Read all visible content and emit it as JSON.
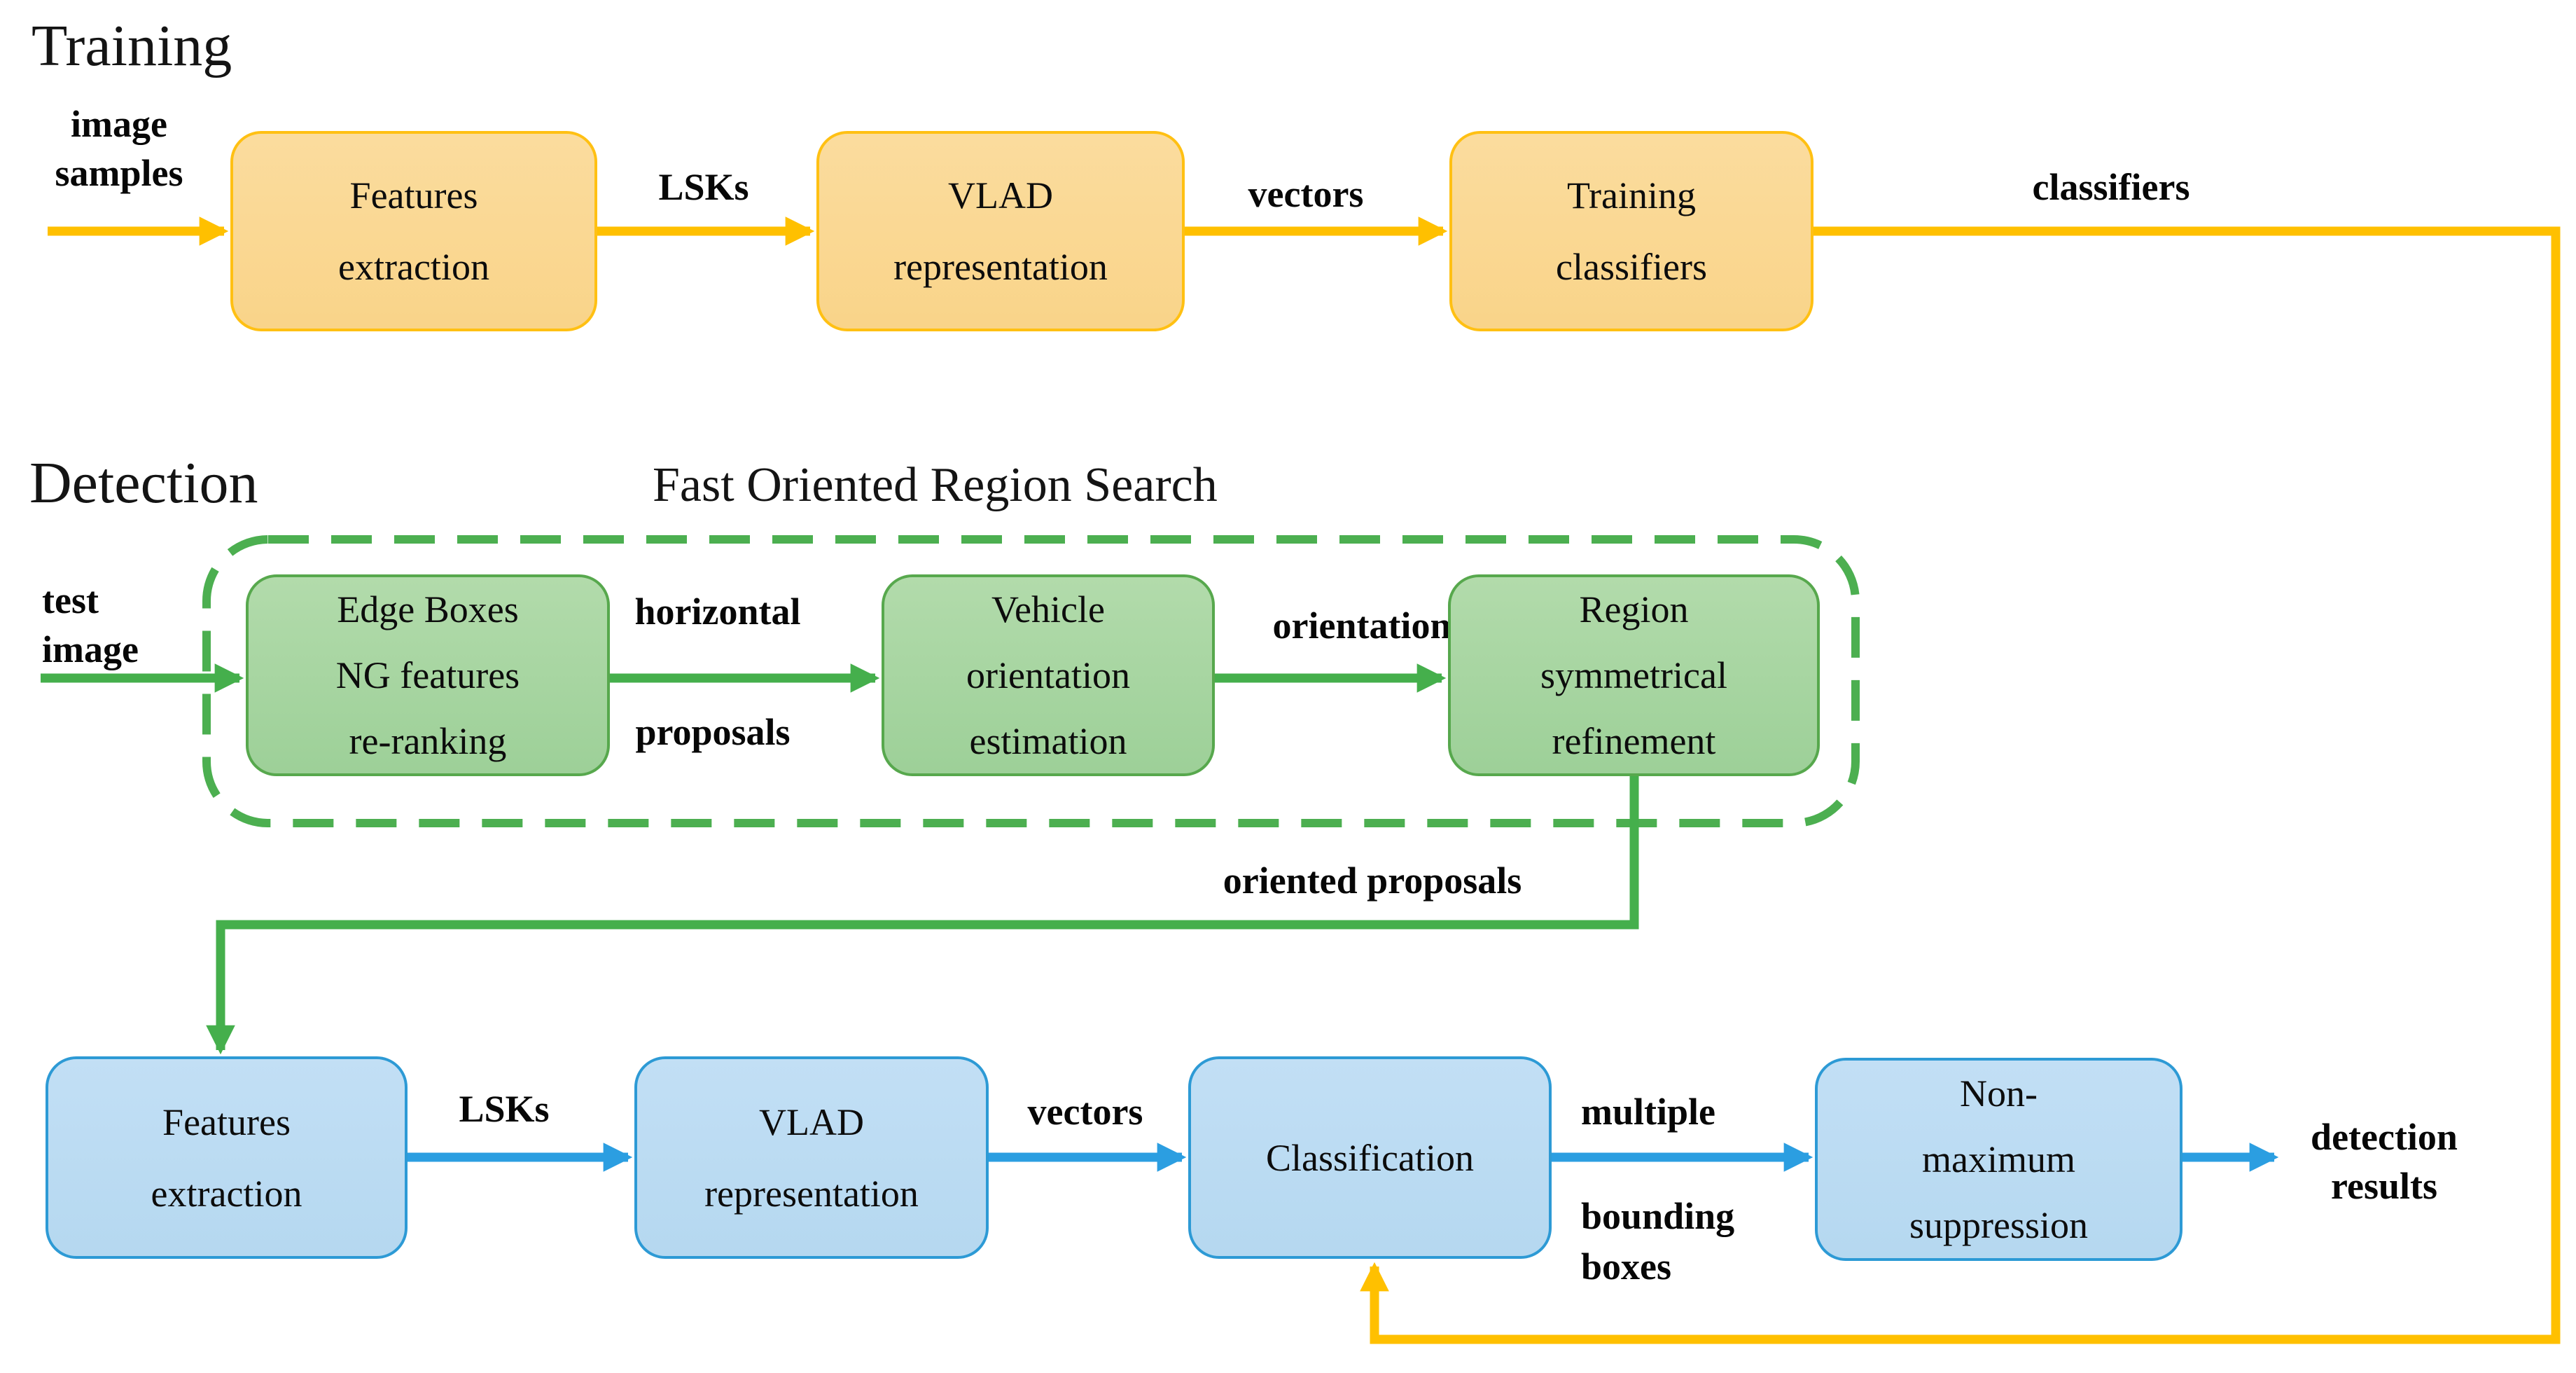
{
  "sections": {
    "training_label": "Training",
    "detection_label": "Detection",
    "fors_group_label": "Fast Oriented Region Search"
  },
  "training": {
    "input": {
      "line1": "image",
      "line2": "samples"
    },
    "features_extraction": {
      "line1": "Features",
      "line2": "extraction"
    },
    "lsks_label": "LSKs",
    "vlad": {
      "line1": "VLAD",
      "line2": "representation"
    },
    "vectors_label": "vectors",
    "training_classifiers": {
      "line1": "Training",
      "line2": "classifiers"
    },
    "classifiers_label": "classifiers"
  },
  "detection": {
    "input": {
      "line1": "test",
      "line2": "image"
    },
    "edge_boxes": {
      "line1": "Edge Boxes",
      "line2": "NG features",
      "line3": "re-ranking"
    },
    "horizontal_label": "horizontal",
    "proposals_label": "proposals",
    "vehicle_orientation": {
      "line1": "Vehicle",
      "line2": "orientation",
      "line3": "estimation"
    },
    "orientation_label": "orientation",
    "region_refinement": {
      "line1": "Region",
      "line2": "symmetrical",
      "line3": "refinement"
    },
    "oriented_proposals_label": "oriented proposals"
  },
  "bottom": {
    "features_extraction": {
      "line1": "Features",
      "line2": "extraction"
    },
    "lsks_label": "LSKs",
    "vlad": {
      "line1": "VLAD",
      "line2": "representation"
    },
    "vectors_label": "vectors",
    "classification_label": "Classification",
    "multiple_label": "multiple",
    "bounding_label": "bounding",
    "boxes_label": "boxes",
    "nms": {
      "line1": "Non-",
      "line2": "maximum",
      "line3": "suppression"
    },
    "detection_results": {
      "line1": "detection",
      "line2": "results"
    }
  },
  "colors": {
    "orange_line": "#FFC000",
    "orange_fill": "#FAD992",
    "green_line": "#45AF4C",
    "green_dash": "#4CAF50",
    "green_fill": "#A9D7A3",
    "green_border": "#57A84D",
    "blue_line": "#2B9EE1",
    "blue_fill": "#BCDCF2",
    "blue_border": "#2D9AD5",
    "text": "#0C0C0C"
  }
}
